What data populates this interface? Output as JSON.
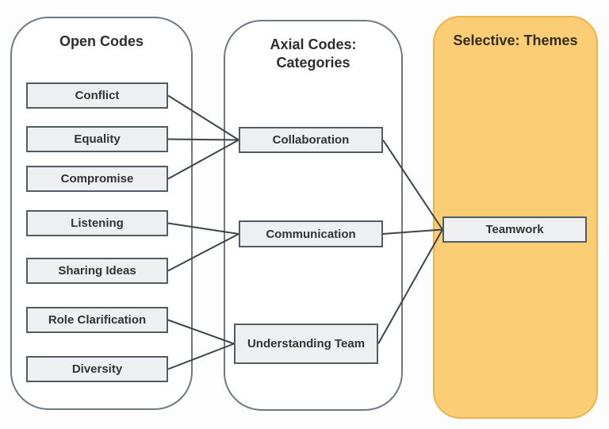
{
  "diagram": {
    "columns": [
      {
        "id": "open-codes",
        "title": "Open Codes",
        "items": [
          {
            "id": "conflict",
            "label": "Conflict"
          },
          {
            "id": "equality",
            "label": "Equality"
          },
          {
            "id": "compromise",
            "label": "Compromise"
          },
          {
            "id": "listening",
            "label": "Listening"
          },
          {
            "id": "sharing-ideas",
            "label": "Sharing Ideas"
          },
          {
            "id": "role-clarification",
            "label": "Role Clarification"
          },
          {
            "id": "diversity",
            "label": "Diversity"
          }
        ]
      },
      {
        "id": "axial-codes",
        "title_line1": "Axial Codes:",
        "title_line2": "Categories",
        "items": [
          {
            "id": "collaboration",
            "label": "Collaboration"
          },
          {
            "id": "communication",
            "label": "Communication"
          },
          {
            "id": "understanding-team",
            "label": "Understanding Team"
          }
        ]
      },
      {
        "id": "selective-themes",
        "title": "Selective: Themes",
        "items": [
          {
            "id": "teamwork",
            "label": "Teamwork"
          }
        ]
      }
    ],
    "connections": [
      {
        "from": "conflict",
        "to": "collaboration"
      },
      {
        "from": "equality",
        "to": "collaboration"
      },
      {
        "from": "compromise",
        "to": "collaboration"
      },
      {
        "from": "listening",
        "to": "communication"
      },
      {
        "from": "sharing-ideas",
        "to": "communication"
      },
      {
        "from": "role-clarification",
        "to": "understanding-team"
      },
      {
        "from": "diversity",
        "to": "understanding-team"
      },
      {
        "from": "collaboration",
        "to": "teamwork"
      },
      {
        "from": "communication",
        "to": "teamwork"
      },
      {
        "from": "understanding-team",
        "to": "teamwork"
      }
    ],
    "colors": {
      "node_fill": "#EDEFF1",
      "node_border": "#525C66",
      "container_border": "#6F7983",
      "selective_fill": "#FBCE76",
      "selective_border": "#EBB34E",
      "line": "#3E444C",
      "text": "#333333"
    }
  }
}
